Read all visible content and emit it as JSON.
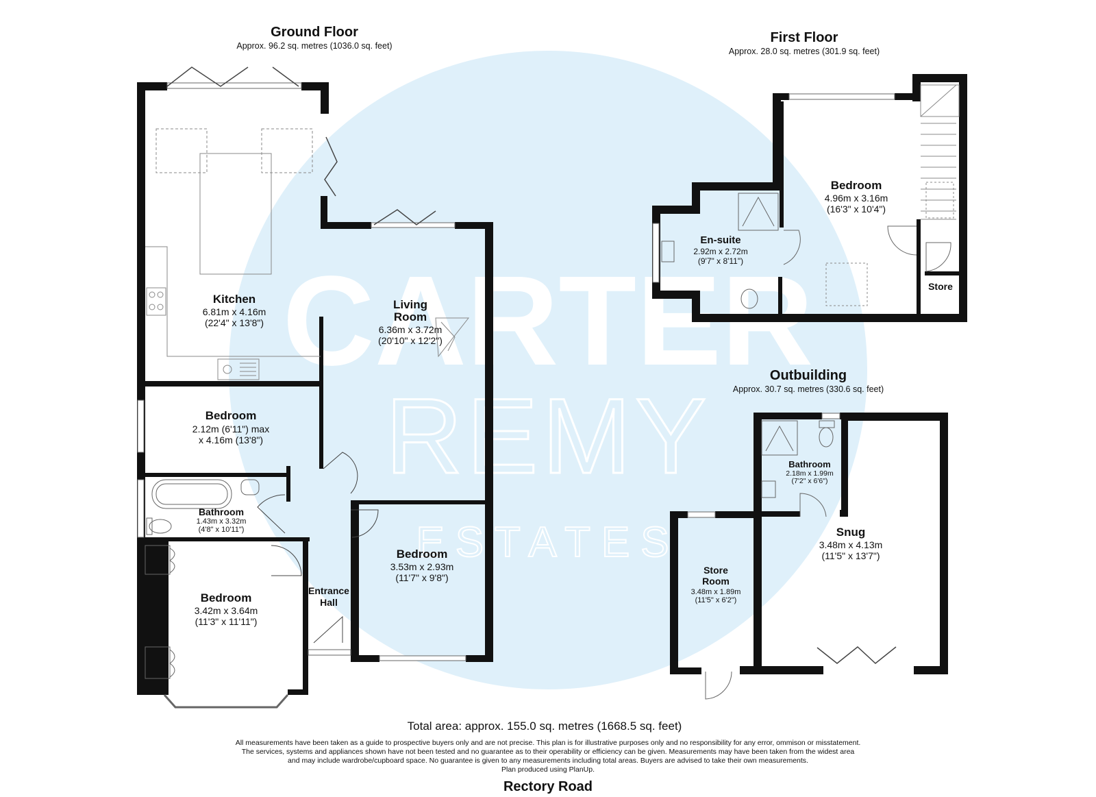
{
  "brand": {
    "name_line1": "CARTER",
    "name_line2": "REMY",
    "name_line3": "ESTATES",
    "circle_color": "#dff0fa",
    "wall_color": "#111111"
  },
  "floors": {
    "ground": {
      "title": "Ground Floor",
      "area": "Approx. 96.2 sq. metres (1036.0 sq. feet)"
    },
    "first": {
      "title": "First Floor",
      "area": "Approx. 28.0 sq. metres (301.9 sq. feet)"
    },
    "outbuilding": {
      "title": "Outbuilding",
      "area": "Approx. 30.7 sq. metres (330.6 sq. feet)"
    }
  },
  "rooms": {
    "kitchen": {
      "name": "Kitchen",
      "dim_m": "6.81m x 4.16m",
      "dim_ft": "(22'4\" x 13'8\")"
    },
    "living": {
      "name_line1": "Living",
      "name_line2": "Room",
      "dim_m": "6.36m x 3.72m",
      "dim_ft": "(20'10\" x 12'2\")"
    },
    "bedroom_small": {
      "name": "Bedroom",
      "dim_m": "2.12m (6'11\") max",
      "dim_ft": "x 4.16m (13'8\")"
    },
    "bathroom_ground": {
      "name": "Bathroom",
      "dim_m": "1.43m x 3.32m",
      "dim_ft": "(4'8\" x 10'11\")"
    },
    "bedroom_front": {
      "name": "Bedroom",
      "dim_m": "3.42m x 3.64m",
      "dim_ft": "(11'3\" x 11'11\")"
    },
    "hall": {
      "name_line1": "Entrance",
      "name_line2": "Hall"
    },
    "bedroom_mid": {
      "name": "Bedroom",
      "dim_m": "3.53m x 2.93m",
      "dim_ft": "(11'7\" x 9'8\")"
    },
    "ensuite": {
      "name": "En-suite",
      "dim_m": "2.92m x 2.72m",
      "dim_ft": "(9'7\" x 8'11\")"
    },
    "bedroom_first": {
      "name": "Bedroom",
      "dim_m": "4.96m x 3.16m",
      "dim_ft": "(16'3\" x 10'4\")"
    },
    "store_first": {
      "name": "Store"
    },
    "bathroom_out": {
      "name": "Bathroom",
      "dim_m": "2.18m x 1.99m",
      "dim_ft": "(7'2\" x 6'6\")"
    },
    "snug": {
      "name": "Snug",
      "dim_m": "3.48m x 4.13m",
      "dim_ft": "(11'5\" x 13'7\")"
    },
    "store_room": {
      "name_line1": "Store",
      "name_line2": "Room",
      "dim_m": "3.48m x 1.89m",
      "dim_ft": "(11'5\" x 6'2\")"
    }
  },
  "footer": {
    "total": "Total area: approx. 155.0 sq. metres (1668.5 sq. feet)",
    "disclaimer": [
      "All measurements have been taken as a guide to prospective buyers only and are not precise. This plan is for illustrative purposes only and no responsibility for any error, ommison or misstatement.",
      "The services, systems and appliances shown have not been tested and no guarantee as to their operability or efficiency can be given. Measurements may have been taken from the widest area",
      "and may include wardrobe/cupboard space. No guarantee is given to any measurements including total areas. Buyers are advised to take their own measurements.",
      "Plan produced using PlanUp."
    ],
    "road": "Rectory Road"
  }
}
